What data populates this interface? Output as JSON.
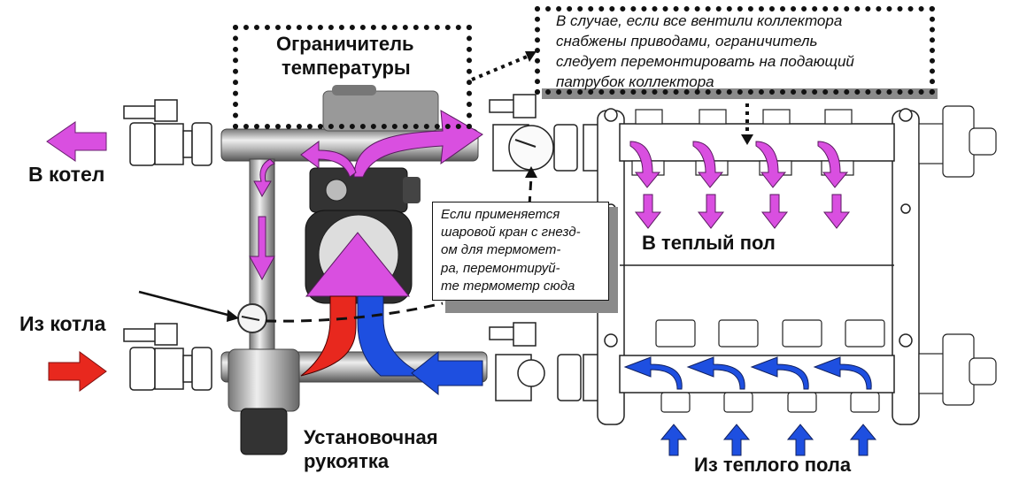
{
  "labels": {
    "to_boiler": "В котел",
    "from_boiler": "Из котла",
    "temp_limiter_line1": "Ограничитель",
    "temp_limiter_line2": "температуры",
    "to_floor": "В теплый пол",
    "from_floor": "Из теплого пола",
    "handle_line1": "Установочная",
    "handle_line2": "рукоятка"
  },
  "notes": {
    "collector_note": [
      "В случае, если все вентили коллектора",
      "снабжены приводами, ограничитель",
      "следует перемонтировать на подающий",
      "патрубок коллектора"
    ],
    "thermometer_note": [
      "Если применяется",
      "шаровой кран с гнезд-",
      "ом для термомет-",
      "ра, перемонтируй-",
      "те термометр сюда"
    ]
  },
  "colors": {
    "supply_arrow": "#d94fe0",
    "hot_arrow": "#e8281e",
    "return_arrow": "#1e4fe0",
    "outline": "#111111"
  },
  "collector": {
    "supply_outlets": 4,
    "return_inlets": 4
  }
}
